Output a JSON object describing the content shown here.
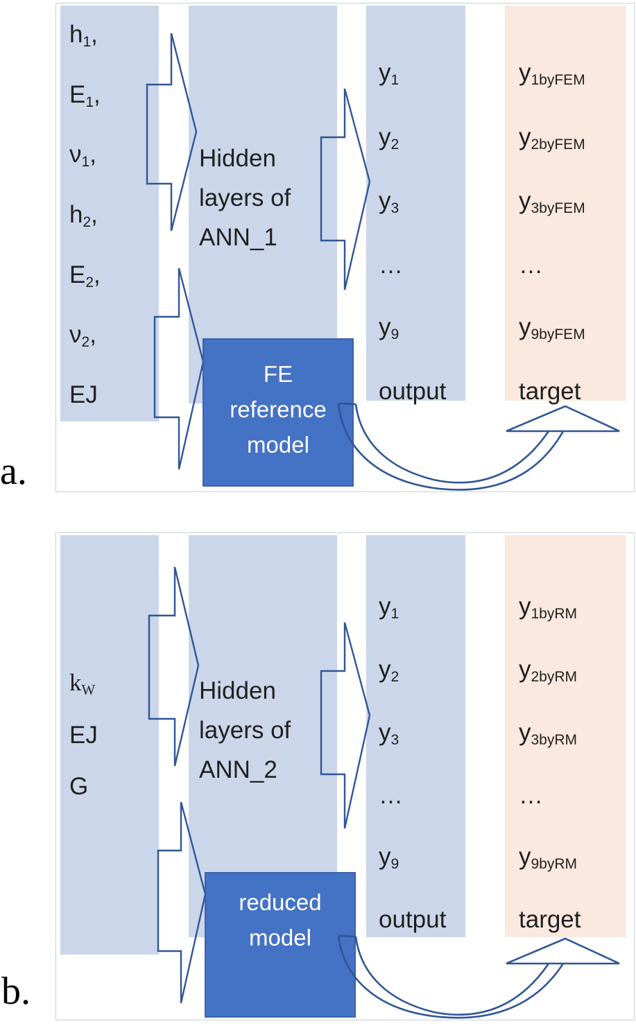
{
  "figure": {
    "colors": {
      "column_blue": "#ccd6ea",
      "target_peach": "#fbe9e0",
      "model_box_blue": "#4472c4",
      "arrow_stroke_blue": "#2f5597"
    },
    "panels": [
      {
        "tag": "a.",
        "inputs": [
          {
            "base": "h",
            "sub": "1",
            "suffix": ","
          },
          {
            "base": "E",
            "sub": "1",
            "suffix": ","
          },
          {
            "base": "ν",
            "sub": "1",
            "suffix": ","
          },
          {
            "base": "h",
            "sub": "2",
            "suffix": ","
          },
          {
            "base": "E",
            "sub": "2",
            "suffix": ","
          },
          {
            "base": "ν",
            "sub": "2",
            "suffix": ","
          },
          {
            "base": "EJ",
            "sub": "",
            "suffix": ""
          }
        ],
        "hidden_lines": [
          "Hidden",
          "layers of",
          "ANN_1"
        ],
        "outputs": [
          {
            "base": "y",
            "sub": "1"
          },
          {
            "base": "y",
            "sub": "2"
          },
          {
            "base": "y",
            "sub": "3"
          },
          {
            "base": "…",
            "sub": ""
          },
          {
            "base": "y",
            "sub": "9"
          }
        ],
        "output_caption": "output",
        "targets": [
          {
            "base": "y",
            "sub": "1byFEM"
          },
          {
            "base": "y",
            "sub": "2byFEM"
          },
          {
            "base": "y",
            "sub": "3byFEM"
          },
          {
            "base": "…",
            "sub": ""
          },
          {
            "base": "y",
            "sub": "9byFEM"
          }
        ],
        "target_caption": "target",
        "model_lines": [
          "FE",
          "reference",
          "model"
        ]
      },
      {
        "tag": "b.",
        "inputs": [
          {
            "base": "k",
            "sub": "W",
            "suffix": "",
            "serif": true
          },
          {
            "base": "EJ",
            "sub": "",
            "suffix": ""
          },
          {
            "base": "G",
            "sub": "",
            "suffix": ""
          }
        ],
        "hidden_lines": [
          "Hidden",
          "layers of",
          "ANN_2"
        ],
        "outputs": [
          {
            "base": "y",
            "sub": "1"
          },
          {
            "base": "y",
            "sub": "2"
          },
          {
            "base": "y",
            "sub": "3"
          },
          {
            "base": "…",
            "sub": ""
          },
          {
            "base": "y",
            "sub": "9"
          }
        ],
        "output_caption": "output",
        "targets": [
          {
            "base": "y",
            "sub": "1byRM"
          },
          {
            "base": "y",
            "sub": "2byRM"
          },
          {
            "base": "y",
            "sub": "3byRM"
          },
          {
            "base": "…",
            "sub": ""
          },
          {
            "base": "y",
            "sub": "9byRM"
          }
        ],
        "target_caption": "target",
        "model_lines": [
          "reduced",
          "model"
        ]
      }
    ]
  }
}
